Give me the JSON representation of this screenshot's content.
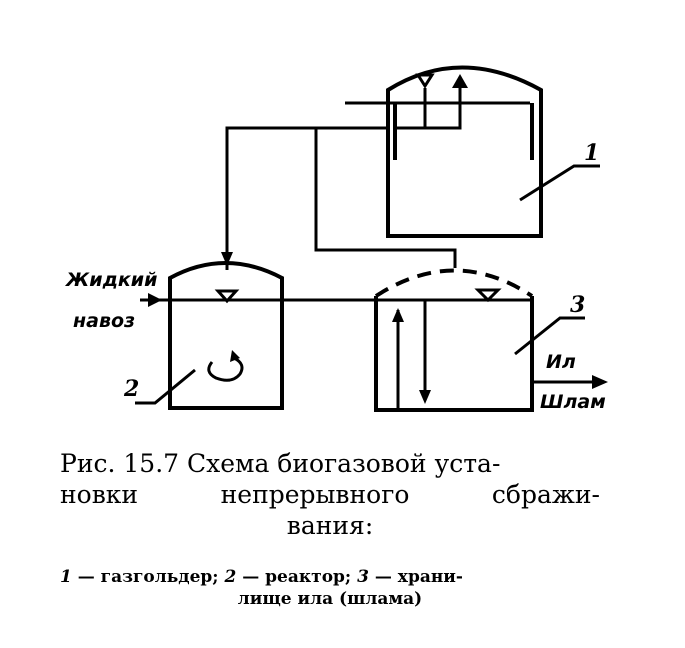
{
  "diagram": {
    "labels": {
      "liquid_manure_line1": "Жидкий",
      "liquid_manure_line2": "навоз",
      "sludge_line1": "Ил",
      "sludge_line2": "Шлам"
    },
    "numbers": {
      "gasholder": "1",
      "reactor": "2",
      "sludge_storage": "3"
    }
  },
  "caption": {
    "line1": "Рис. 15.7 Схема биогазовой уста-",
    "line2_words": [
      "новки",
      "непрерывного",
      "сбражи-"
    ],
    "line3": "вания:"
  },
  "legend": {
    "n1": "1",
    "t1": " — газгольдер; ",
    "n2": "2",
    "t2": " — реактор; ",
    "n3": "3",
    "t3": " — храни-",
    "line2": "лище ила (шлама)"
  }
}
